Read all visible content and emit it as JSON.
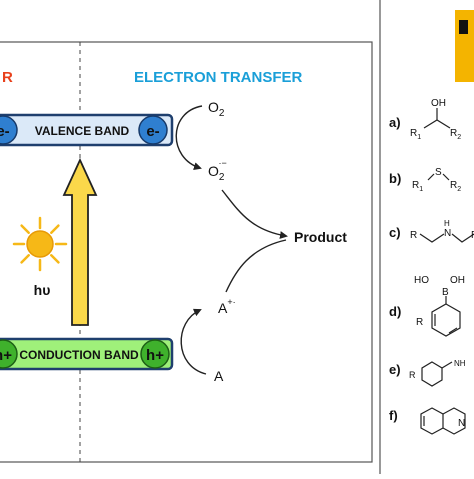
{
  "colors": {
    "energy_transfer": "#e8411c",
    "electron_transfer": "#1a9fd8",
    "valence_band_fill": "#dbe9f8",
    "conduction_band_fill": "#9ff07a",
    "arrow_fill": "#fbd84a",
    "sun": "#f6b817",
    "yellow_corner": "#f4b400"
  },
  "left_panel": {
    "energy_transfer_title_fragment": "R",
    "electron_transfer_title": "ELECTRON TRANSFER",
    "valence_band": {
      "label": "VALENCE BAND",
      "electron_left": "e-",
      "electron_right": "e-"
    },
    "conduction_band": {
      "label": "CONDUCTION BAND",
      "hole_left": "h+",
      "hole_right": "h+"
    },
    "light_label": "hυ",
    "o2": "O",
    "o2_sub": "2",
    "o2_radical": "O",
    "o2_radical_sub": "2",
    "o2_radical_sup": "·−",
    "product": "Product",
    "a_radical": "A",
    "a_radical_sup": "+·",
    "a": "A"
  },
  "right_panel": {
    "items": [
      {
        "letter": "a)"
      },
      {
        "letter": "b)"
      },
      {
        "letter": "c)"
      },
      {
        "letter": "d)"
      },
      {
        "letter": "e)"
      },
      {
        "letter": "f)"
      }
    ],
    "a_oh": "OH",
    "a_r1": "R",
    "a_r1_sub": "1",
    "a_r2": "R",
    "a_r2_sub": "2",
    "b_r1": "R",
    "b_r1_sub": "1",
    "b_s": "S",
    "b_r2": "R",
    "b_r2_sub": "2",
    "c_r": "R",
    "c_nh": "H",
    "c_n": "N",
    "c_r2": "R",
    "d_b": "B",
    "d_ho": "HO",
    "d_oh": "OH",
    "d_r": "R",
    "e_r": "R",
    "e_nh": "NH",
    "f_n": "N"
  }
}
